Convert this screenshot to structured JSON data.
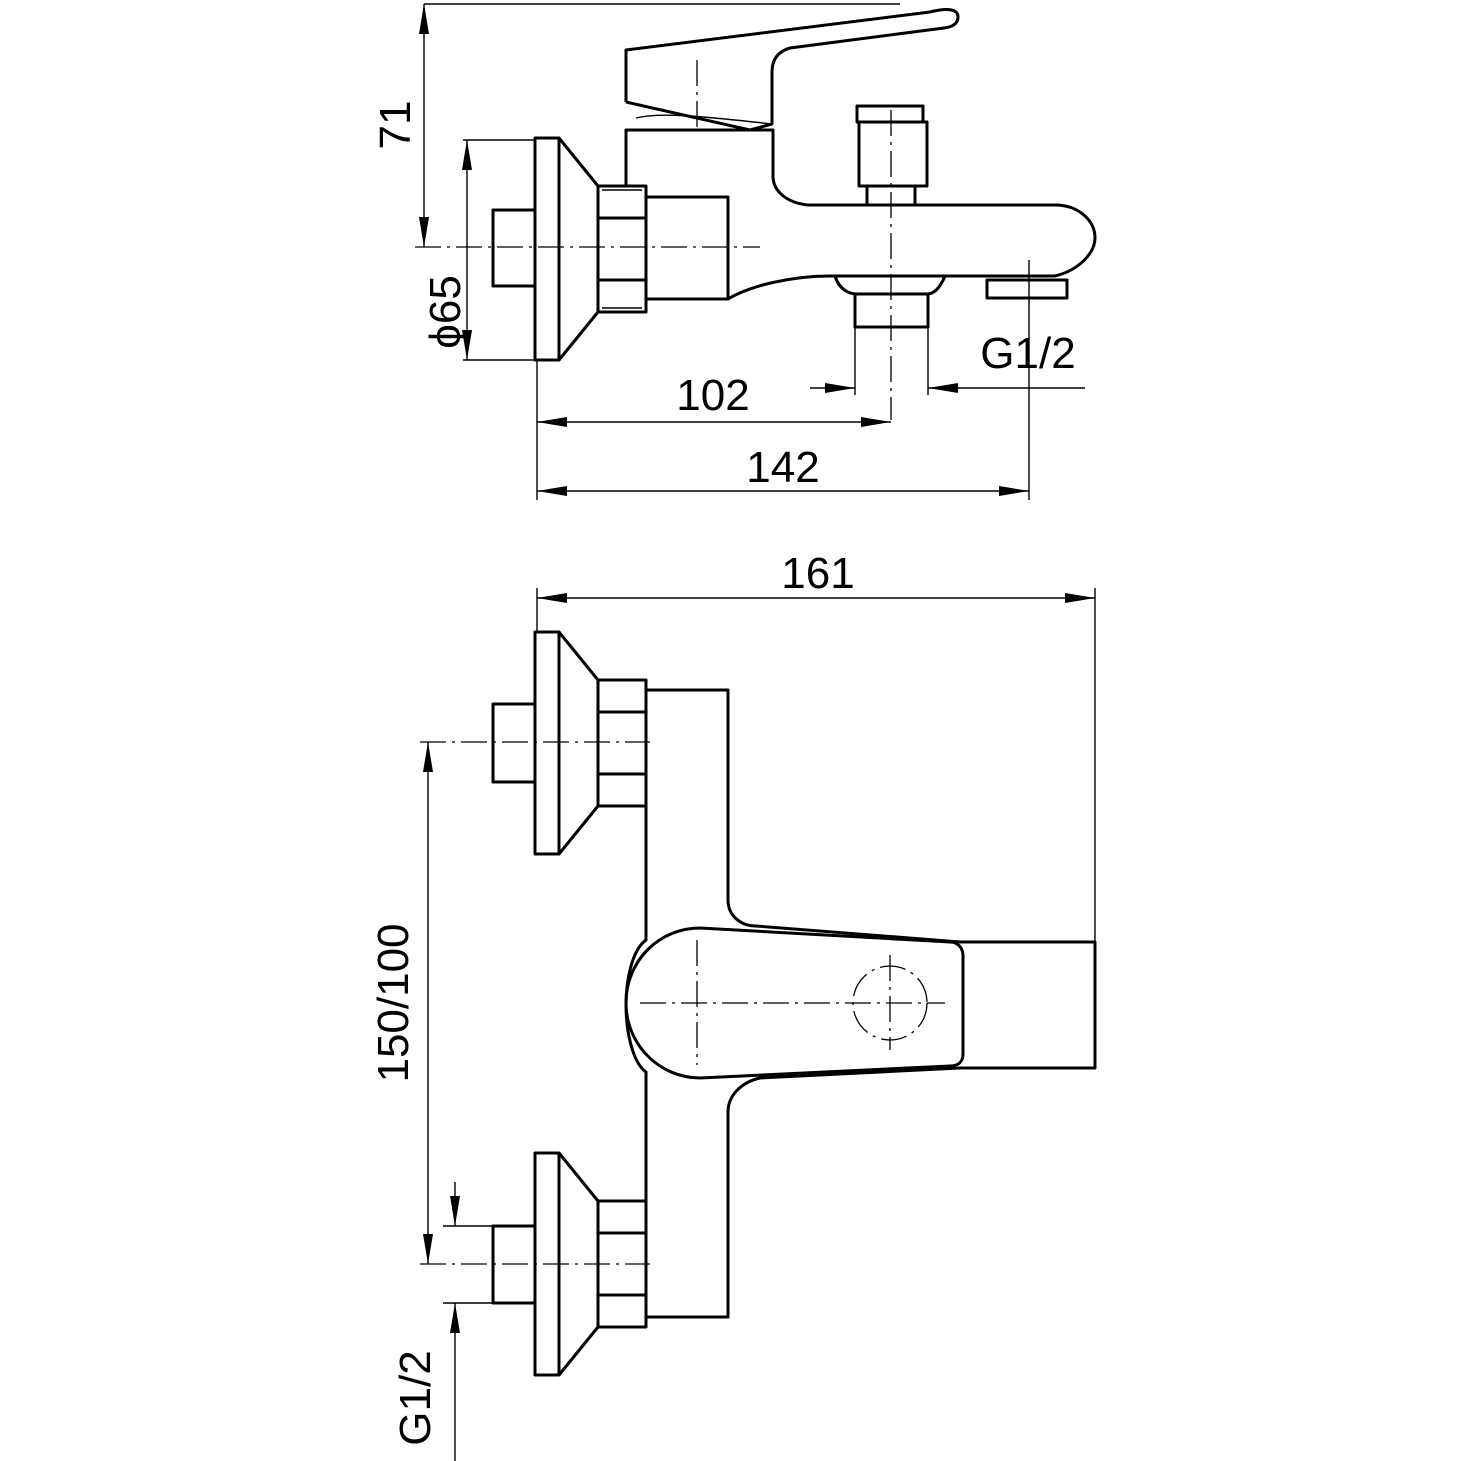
{
  "side_view": {
    "dims": {
      "height_above_axis": "71",
      "flange_diameter": "ϕ65",
      "axis_to_outlet": "102",
      "axis_to_spout_tip": "142",
      "outlet_thread": "G1/2"
    }
  },
  "front_view": {
    "dims": {
      "total_width": "161",
      "inlet_spacing": "150/100",
      "inlet_thread": "G1/2"
    }
  }
}
